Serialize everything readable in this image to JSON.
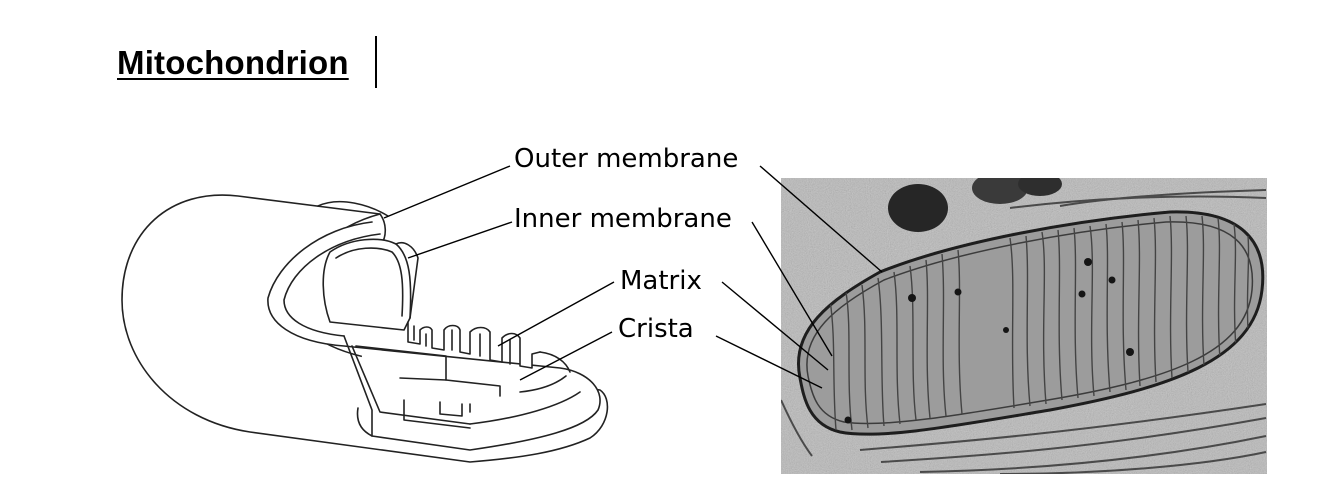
{
  "document": {
    "title": "Mitochondrion"
  },
  "labels": {
    "outer_membrane": "Outer membrane",
    "inner_membrane": "Inner membrane",
    "matrix": "Matrix",
    "crista": "Crista"
  }
}
